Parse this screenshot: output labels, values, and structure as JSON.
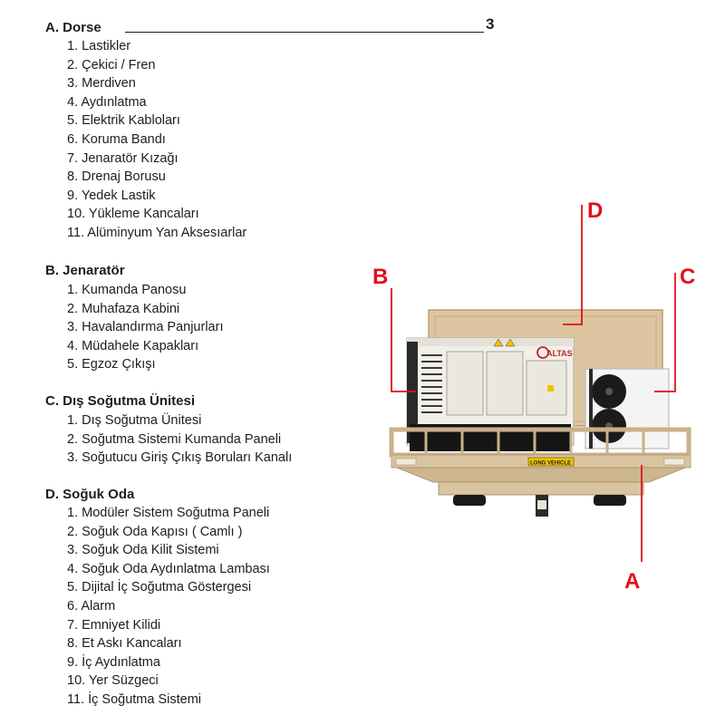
{
  "page_number": "3",
  "sections": [
    {
      "heading": "A. Dorse",
      "items": [
        "1. Lastikler",
        "2. Çekici / Fren",
        "3. Merdiven",
        "4. Aydınlatma",
        "5. Elektrik Kabloları",
        "6. Koruma Bandı",
        "7. Jenaratör Kızağı",
        "8. Drenaj Borusu",
        "9. Yedek Lastik",
        "10. Yükleme Kancaları",
        "11. Alüminyum Yan Aksesıarlar"
      ]
    },
    {
      "heading": "B. Jenaratör",
      "items": [
        "1. Kumanda Panosu",
        "2. Muhafaza Kabini",
        "3. Havalandırma Panjurları",
        "4. Müdahele Kapakları",
        "5. Egzoz Çıkışı"
      ]
    },
    {
      "heading": "C. Dış Soğutma Ünitesi",
      "items": [
        "1. Dış Soğutma Ünitesi",
        "2. Soğutma Sistemi Kumanda Paneli",
        "3. Soğutucu Giriş Çıkış Boruları Kanalı"
      ]
    },
    {
      "heading": "D. Soğuk Oda",
      "items": [
        "1. Modüler Sistem Soğutma Paneli",
        "2. Soğuk Oda Kapısı ( Camlı )",
        "3. Soğuk Oda Kilit Sistemi",
        "4. Soğuk Oda Aydınlatma Lambası",
        "5. Dijital İç Soğutma Göstergesi",
        "6. Alarm",
        "7. Emniyet Kilidi",
        "8. Et Askı Kancaları",
        "9. İç Aydınlatma",
        "10. Yer Süzgeci",
        "11. İç Soğutma Sistemi"
      ]
    }
  ],
  "callouts": {
    "a": "A",
    "b": "B",
    "c": "C",
    "d": "D"
  },
  "figure": {
    "brand": "ALTAS",
    "trailer_label": "LONG VEHICLE",
    "colors": {
      "callout": "#e1101c",
      "trailer": "#d8c4a0",
      "cold_room": "#dcc5a0",
      "generator": "#f1efe8",
      "cooling_unit": "#f4f4f4"
    }
  }
}
